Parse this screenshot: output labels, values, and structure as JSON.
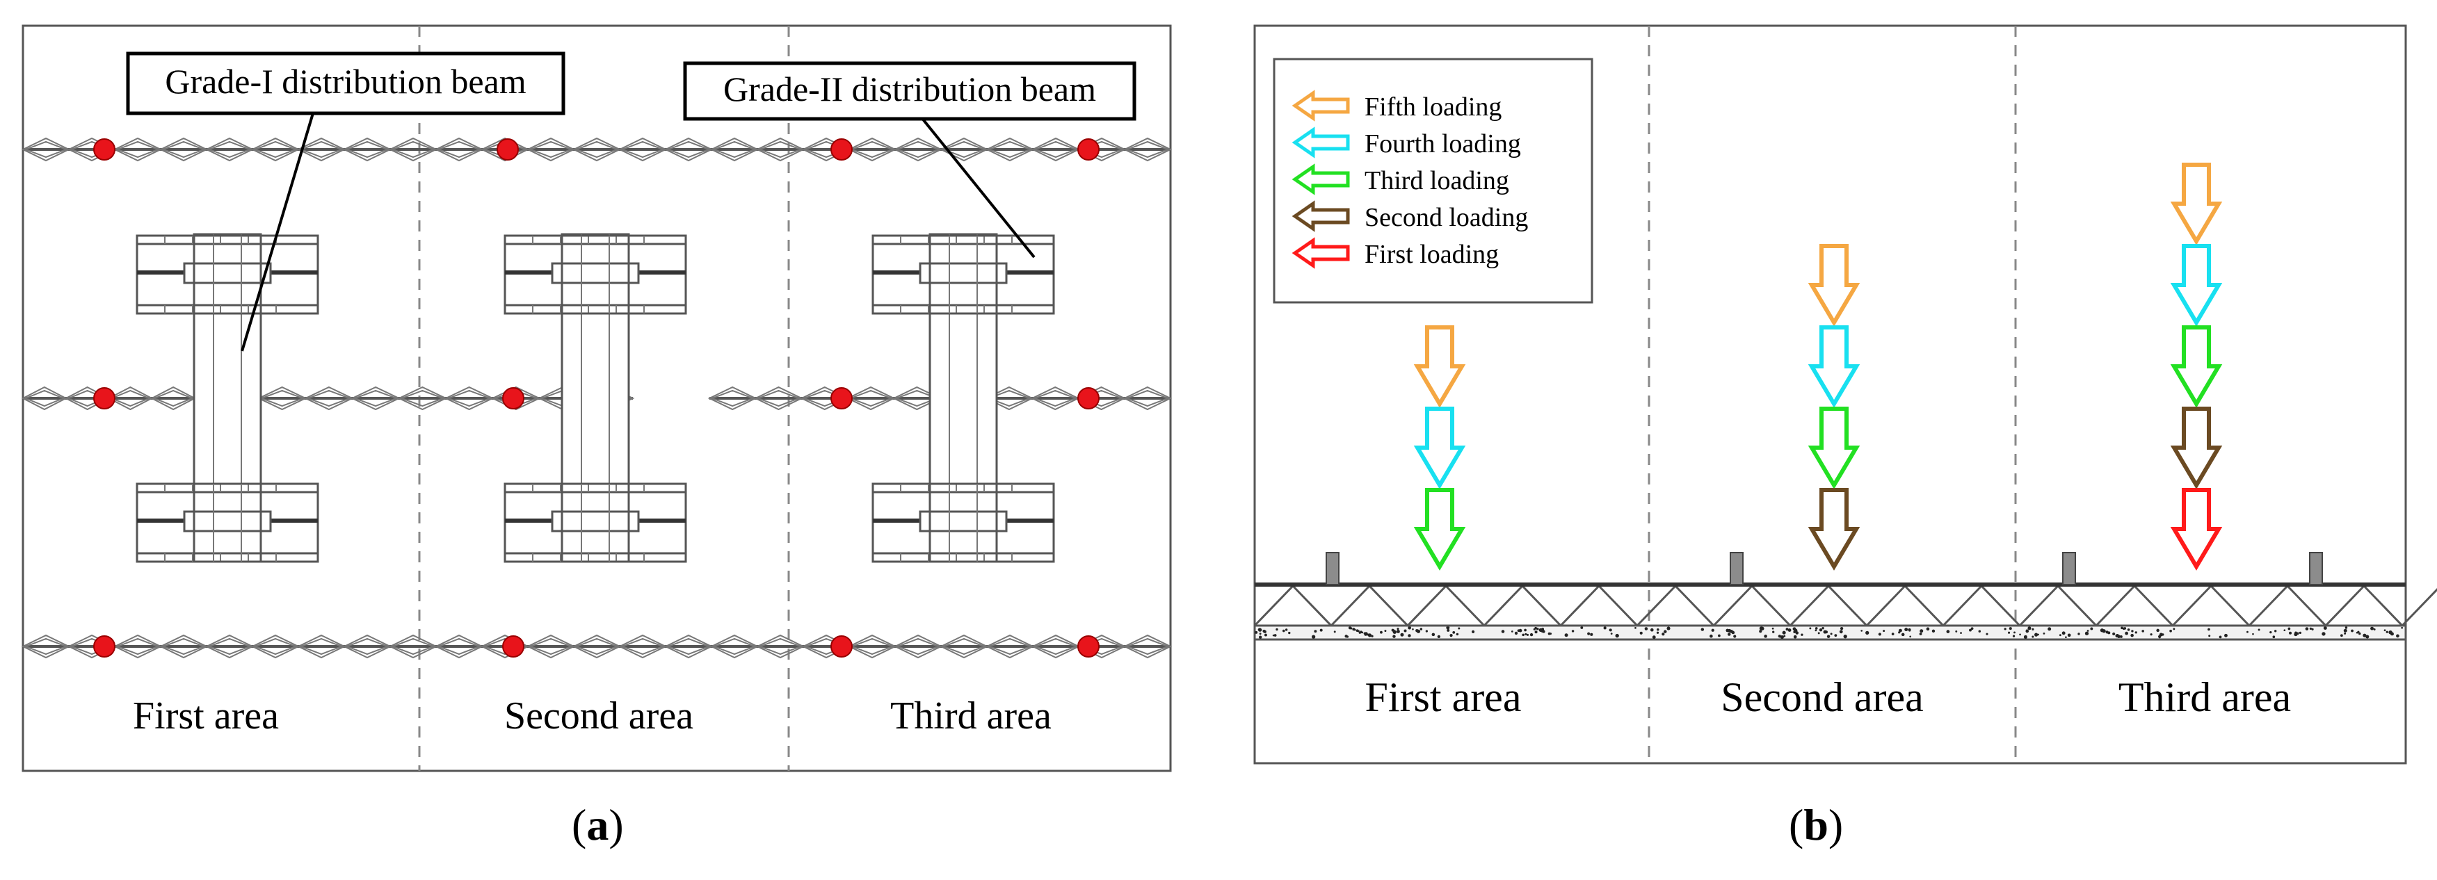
{
  "panel_a": {
    "callout_grade1": "Grade-I distribution beam",
    "callout_grade2": "Grade-II distribution beam",
    "areas": [
      "First area",
      "Second area",
      "Third area"
    ],
    "caption_letter": "a"
  },
  "panel_b": {
    "legend": [
      {
        "label": "Fifth loading",
        "color": "#f5a742"
      },
      {
        "label": "Fourth loading",
        "color": "#18e0f0"
      },
      {
        "label": "Third loading",
        "color": "#22e022"
      },
      {
        "label": "Second loading",
        "color": "#6b4a22"
      },
      {
        "label": "First loading",
        "color": "#ff1a1a"
      }
    ],
    "areas": [
      "First area",
      "Second area",
      "Third area"
    ],
    "caption_letter": "b"
  }
}
